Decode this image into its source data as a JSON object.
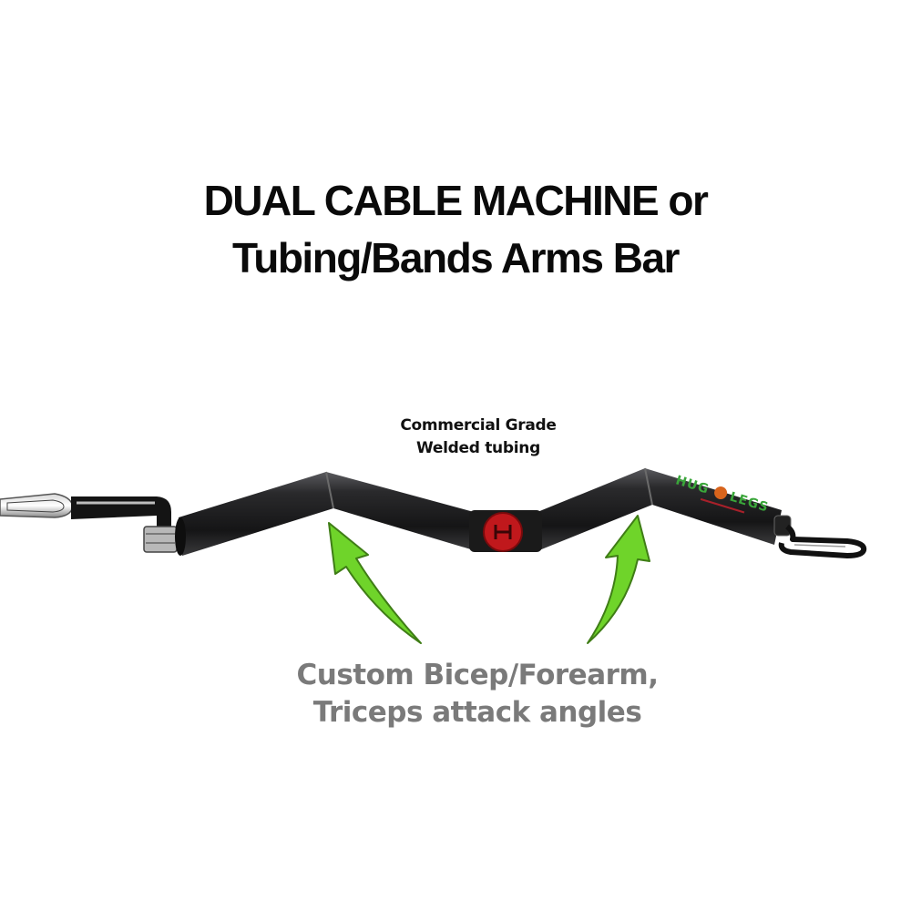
{
  "title": {
    "line1": "DUAL CABLE  MACHINE or",
    "line2": "Tubing/Bands Arms Bar"
  },
  "annotation": {
    "line1": "Commercial Grade",
    "line2": "Welded tubing"
  },
  "caption": {
    "line1": "Custom Bicep/Forearm,",
    "line2": "Triceps attack angles"
  },
  "product": {
    "name": "arms-bar",
    "logo_text": "HUG LEGS",
    "colors": {
      "bar": "#1c1c1e",
      "center_badge": "#c0181c",
      "arrow": "#6fd42a",
      "logo": "#3aa63a"
    }
  }
}
